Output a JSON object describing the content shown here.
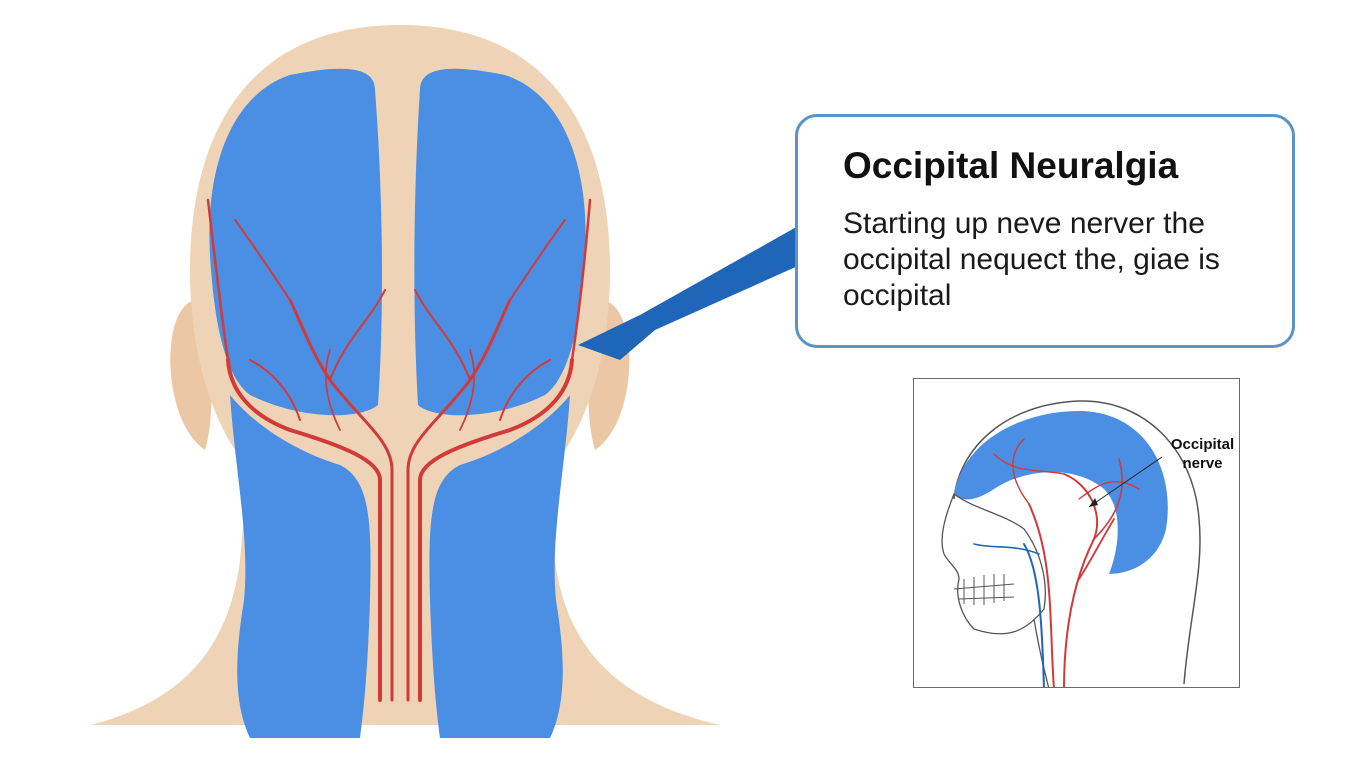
{
  "callout": {
    "title": "Occipital Neuralgia",
    "body": "Starting up neve nerver the occipital nequect the, giae is occipital"
  },
  "inset": {
    "label": "Occipital nerve"
  },
  "colors": {
    "skin": "#efd3b6",
    "blue_region": "#4a8fe3",
    "nerve_red": "#d23a3a",
    "arrow_blue": "#1f66b8",
    "callout_border": "#5b93c2"
  }
}
